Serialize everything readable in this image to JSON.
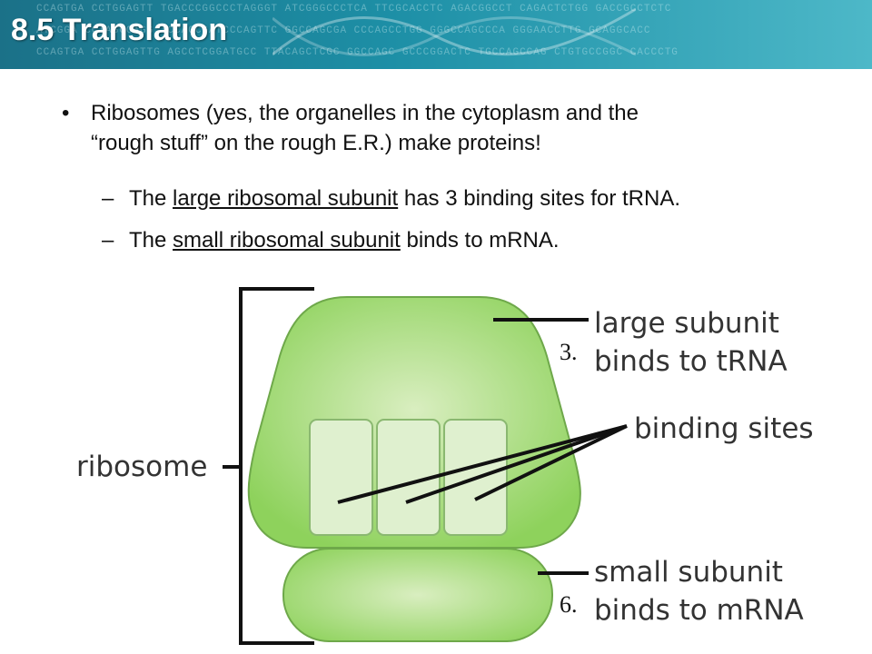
{
  "slide_title": "8.5 Translation",
  "header_background_sequence": [
    "CCAGTGA CCTGGAGTT TGACCCGGCCCTAGGGT ATCGGGCCCTCA TTCGCACCTC AGACGGCCT CAGACTCTGG GACCGCCTCTC",
    "ATCGGA CCTAGCCAGG TCCAGCGATCCCAGTTC GGCCAGCGA CCCAGCCTGG GGGCCAGCCCA GGGAACCTTG GCAGGCACC",
    "CCAGTGA CCTGGAGTTG AGCCTCGGATGCC TTACAGCTCGC GGCCAGC GCCCGGACTC TGCCAGCCAG CTGTGCCGGC CACCCTG"
  ],
  "bullet": {
    "marker": "•",
    "line1": "Ribosomes (yes, the organelles in the cytoplasm and the",
    "line2": "“rough stuff” on the rough E.R.) make proteins!"
  },
  "sub_bullets": [
    {
      "dash": "–",
      "before": "The ",
      "underlined": "large ribosomal subunit",
      "after": " has 3 binding sites for tRNA."
    },
    {
      "dash": "–",
      "before": "The ",
      "underlined": "small ribosomal subunit",
      "after": " binds to mRNA."
    }
  ],
  "diagram": {
    "ribosome_label": "ribosome",
    "large_subunit_label_line1": "large subunit",
    "large_subunit_label_line2": "binds to tRNA",
    "binding_sites_label": "binding sites",
    "small_subunit_label_line1": "small subunit",
    "small_subunit_label_line2": "binds to mRNA",
    "annotation_large": "3.",
    "annotation_small": "6.",
    "colors": {
      "subunit_fill_light": "#d9eec0",
      "subunit_fill_dark": "#8ed25c",
      "subunit_stroke": "#6ea84a",
      "site_fill": "#dff0cf",
      "site_stroke": "#8ab870",
      "leader_line": "#111111",
      "label_text": "#333333"
    }
  }
}
